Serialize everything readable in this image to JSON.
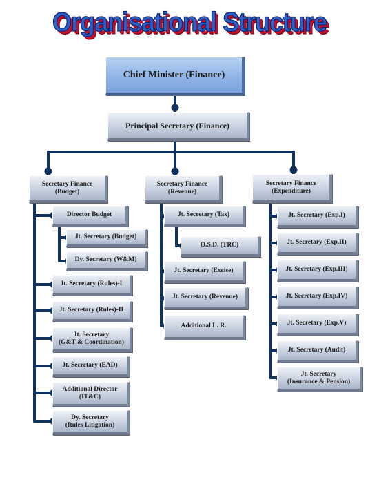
{
  "title": "Organisational Structure",
  "colors": {
    "connector": "#12325e",
    "title_fill": "#2f5fc4",
    "title_shadow": "#c8102e",
    "box_face": "#c8d1e0",
    "top_box_face": "#8fb3e6"
  },
  "chief": "Chief Minister (Finance)",
  "principal": "Principal Secretary (Finance)",
  "branches": {
    "budget": {
      "head": "Secretary Finance\n(Budget)",
      "director": "Director Budget",
      "director_children": [
        "Jt. Secretary (Budget)",
        "Dy. Secretary (W&M)"
      ],
      "units": [
        "Jt. Secretary (Rules)-I",
        "Jt. Secretary (Rules)-II",
        "Jt. Secretary\n(G&T & Coordination)",
        "Jt. Secretary (EAD)",
        "Additional Director\n(IT&C)",
        "Dy. Secretary\n(Rules Litigation)"
      ]
    },
    "revenue": {
      "head": "Secretary Finance\n(Revenue)",
      "tax": "Jt. Secretary (Tax)",
      "tax_child": "O.S.D. (TRC)",
      "units": [
        "Jt. Secretary (Excise)",
        "Jt. Secretary (Revenue)",
        "Additional L. R."
      ]
    },
    "expenditure": {
      "head": "Secretary Finance\n(Expenditure)",
      "units": [
        "Jt. Secretary (Exp.I)",
        "Jt. Secretary (Exp.II)",
        "Jt. Secretary (Exp.III)",
        "Jt. Secretary (Exp.IV)",
        "Jt. Secretary (Exp.V)",
        "Jt. Secretary (Audit)",
        "Jt. Secretary\n(Insurance & Pension)"
      ]
    }
  }
}
